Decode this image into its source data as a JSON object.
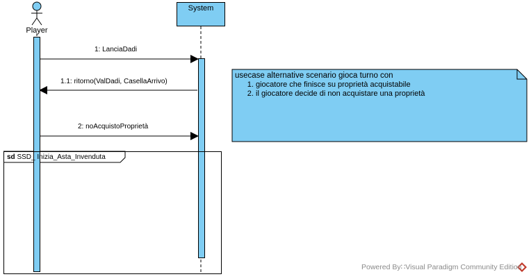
{
  "actor": {
    "label": "Player"
  },
  "system": {
    "label": "System"
  },
  "messages": [
    {
      "label": "1: LanciaDadi"
    },
    {
      "label": "1.1: ritorno(ValDadi, CasellaArrivo)"
    },
    {
      "label": "2: noAcquistoProprietà"
    }
  ],
  "fragment": {
    "keyword": "sd",
    "name": "SSD_ Inizia_Asta_Invenduta"
  },
  "note": {
    "title": "usecase alternative scenario gioca turno con",
    "items": [
      "giocatore che finisce su proprietà acquistabile",
      "il giocatore decide di non acquistare una proprietà"
    ]
  },
  "footer": {
    "text": "Powered By∷Visual Paradigm Community Edition"
  },
  "colors": {
    "fill": "#7fcdf3",
    "logo": "#c0392b"
  }
}
